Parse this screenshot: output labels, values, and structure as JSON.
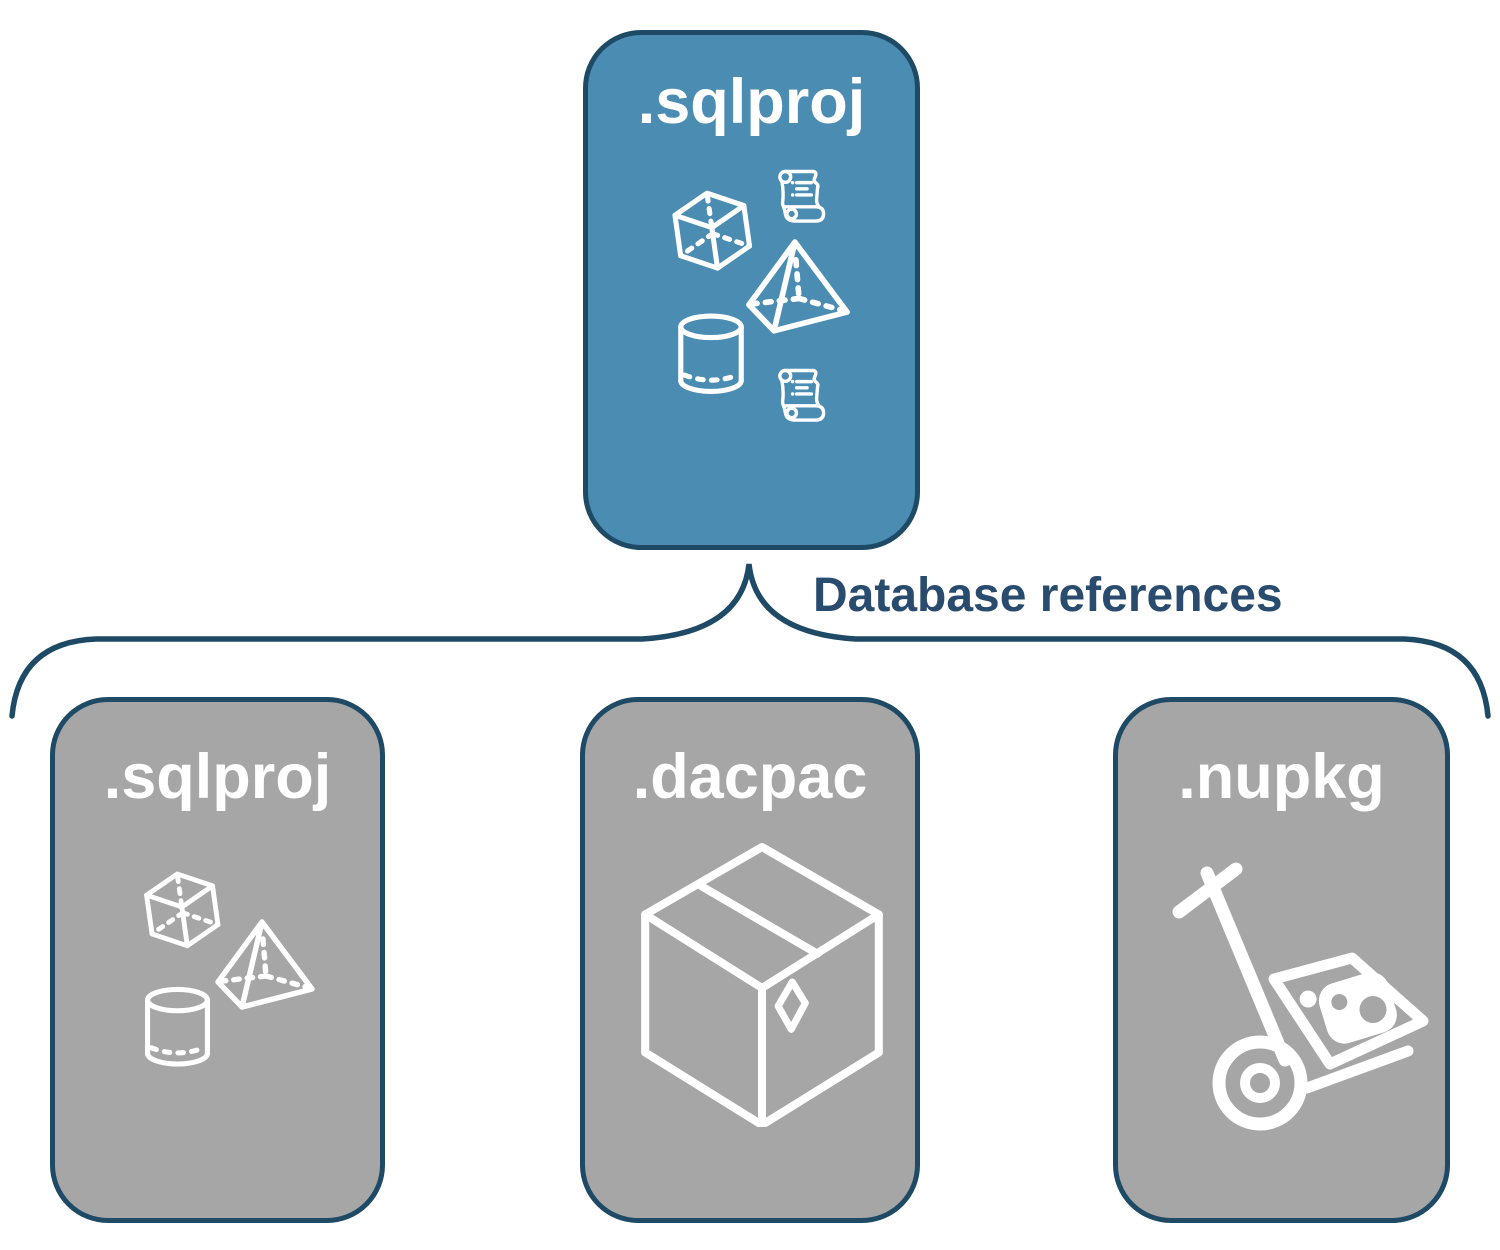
{
  "diagram": {
    "root_box": {
      "label": ".sqlproj",
      "icons": [
        "cube-icon",
        "scroll-icon",
        "pyramid-icon",
        "cylinder-icon",
        "scroll-icon"
      ]
    },
    "connector": {
      "label": "Database references"
    },
    "child_boxes": [
      {
        "label": ".sqlproj",
        "icons": [
          "cube-icon",
          "pyramid-icon",
          "cylinder-icon"
        ]
      },
      {
        "label": ".dacpac",
        "icons": [
          "package-box-icon"
        ]
      },
      {
        "label": ".nupkg",
        "icons": [
          "hand-truck-nuget-icon"
        ]
      }
    ]
  },
  "colors": {
    "root_fill": "#4a8cb2",
    "child_fill": "#a6a6a6",
    "border": "#1e4a66",
    "box_label_text": "#ffffff",
    "connector_text": "#284b6e",
    "background": "#ffffff"
  }
}
